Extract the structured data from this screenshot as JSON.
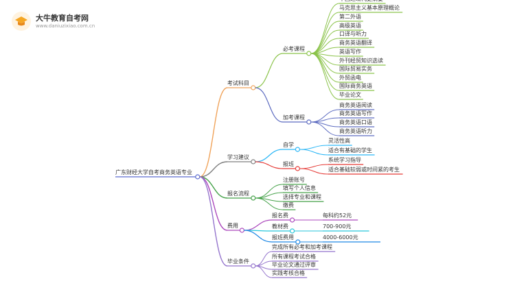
{
  "site": {
    "name": "大牛教育自考网",
    "url": "www.daniuzixiao.com.cn"
  },
  "root": "广东财经大学自考商务英语专业",
  "branches": [
    {
      "label": "考试科目",
      "color": "#f0a35a",
      "children": [
        {
          "label": "必考课程",
          "color": "#8bc34a",
          "children": [
            "中国近现代史纲要",
            "马克思主义基本原理概论",
            "第二外语",
            "高级英语",
            "口译与听力",
            "商务英语翻译",
            "英语写作",
            "外刊经贸知识选读",
            "国际贸易实务",
            "外贸函电",
            "国际商务英语",
            "毕业论文"
          ]
        },
        {
          "label": "加考课程",
          "color": "#5c6bc0",
          "children": [
            "商务英语阅读",
            "商务英语写作",
            "商务英语口语",
            "商务英语听力"
          ]
        }
      ]
    },
    {
      "label": "学习建议",
      "color": "#7e7e7e",
      "children": [
        {
          "label": "自学",
          "color": "#29b6f6",
          "children": [
            "灵活性高",
            "适合有基础的学生"
          ]
        },
        {
          "label": "报班",
          "color": "#e53935",
          "children": [
            "系统学习指导",
            "适合基础较弱或时间紧的考生"
          ]
        }
      ]
    },
    {
      "label": "报名流程",
      "color": "#43a047",
      "children": [
        "注册账号",
        "填写个人信息",
        "选择专业和课程",
        "缴费"
      ]
    },
    {
      "label": "费用",
      "color": "#ab47bc",
      "children": [
        {
          "label": "报名费",
          "color": "#ab47bc",
          "children": [
            "每科约52元"
          ]
        },
        {
          "label": "教材费",
          "color": "#26c6da",
          "children": [
            "700-900元"
          ]
        },
        {
          "label": "报班费用",
          "color": "#1e88e5",
          "children": [
            "4000-6000元"
          ]
        }
      ]
    },
    {
      "label": "毕业条件",
      "color": "#9575cd",
      "children": [
        "完成所有必考和加考课程",
        "所有课程考试合格",
        "毕业论文通过评审",
        "实践考核合格"
      ]
    }
  ]
}
